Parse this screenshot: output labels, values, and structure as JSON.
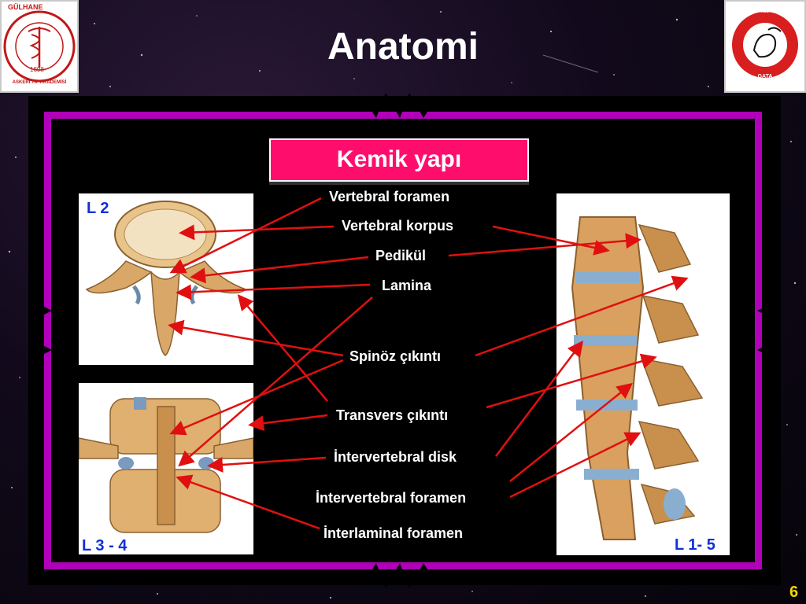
{
  "slide": {
    "title": "Anatomi",
    "subtitle": "Kemik yapı",
    "page_number": "6"
  },
  "logos": {
    "left": {
      "top_text": "GÜLHANE",
      "bottom_text": "ASKERİ TIP AKADEMİSİ",
      "year": "1898",
      "icon": "caduceus-seal-icon"
    },
    "right": {
      "text": "ANESTEZİYOLOJİ ve REANİMASYON ABD",
      "bottom": "GATA",
      "icon": "anesthesia-seal-icon"
    }
  },
  "image_labels": {
    "l2": "L 2",
    "l34": "L 3 - 4",
    "l15": "L 1- 5"
  },
  "labels": {
    "vertebral_foramen": "Vertebral foramen",
    "vertebral_korpus": "Vertebral korpus",
    "pedikul": "Pedikül",
    "lamina": "Lamina",
    "spinoz": "Spinöz çıkıntı",
    "transvers": "Transvers çıkıntı",
    "iv_disk": "İntervertebral disk",
    "iv_foramen": "İntervertebral foramen",
    "il_foramen": "İnterlaminal foramen"
  },
  "colors": {
    "accent_magenta": "#b000b8",
    "subtitle_bg": "#ff0d6d",
    "arrow": "#e01010",
    "vertebra_label": "#1030d8",
    "page_number": "#f2d600"
  }
}
